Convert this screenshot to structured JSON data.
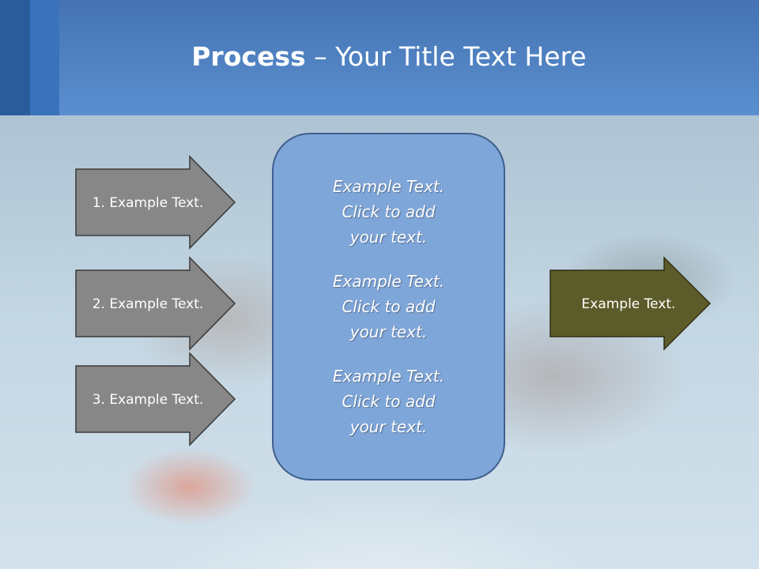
{
  "slide": {
    "title_bold": "Process",
    "title_rest": " – Your Title Text Here"
  },
  "left_arrows": [
    {
      "label": "1. Example Text."
    },
    {
      "label": "2. Example Text."
    },
    {
      "label": "3. Example Text."
    }
  ],
  "center_box": {
    "items": [
      {
        "text": "Example Text.\nClick  to add\nyour text."
      },
      {
        "text": "Example Text.\nClick  to add\nyour text."
      },
      {
        "text": "Example Text.\nClick  to add\nyour text."
      }
    ]
  },
  "right_arrow": {
    "label": "Example Text."
  },
  "colors": {
    "left_arrow_fill": "#878787",
    "right_arrow_fill": "#5c5c2a",
    "box_fill": "#7fa6d9",
    "header": "#4f84c4"
  }
}
